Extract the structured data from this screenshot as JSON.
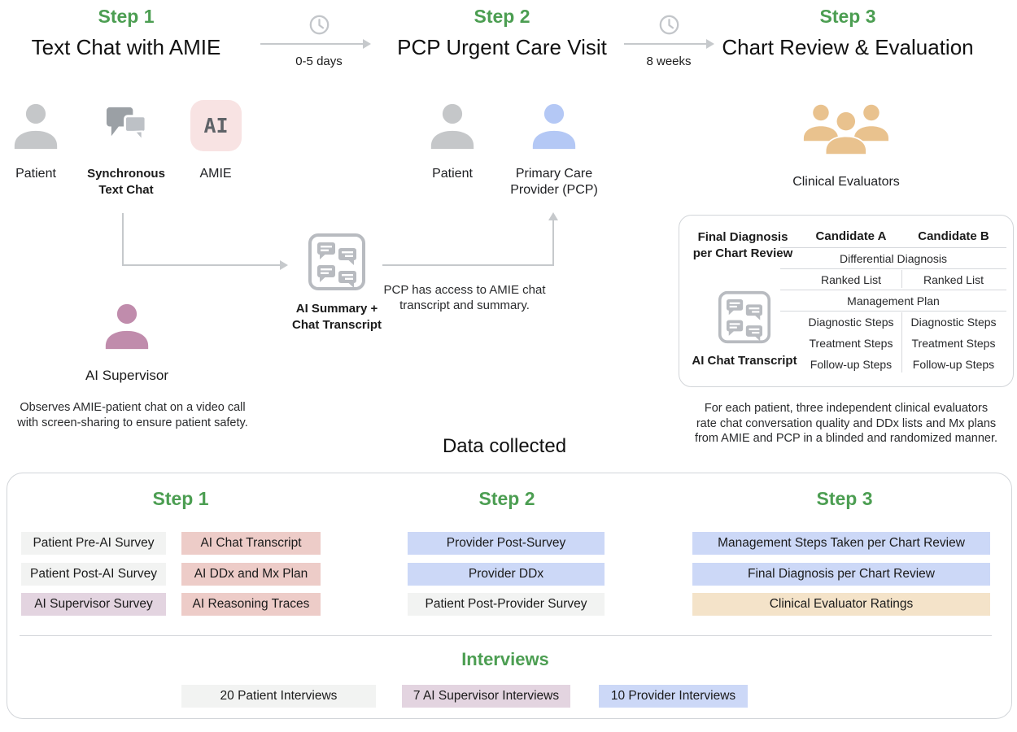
{
  "palette": {
    "accent_green": "#4c9e52",
    "box_gray": "#f2f3f2",
    "box_pink": "#edccc8",
    "box_mauve": "#e3d4e0",
    "box_blue": "#ccd8f7",
    "box_tan": "#f4e3c9",
    "icon_gray": "#c5c7c9",
    "icon_blue": "#b4c8f5",
    "icon_tan": "#e9c28e",
    "icon_mauve": "#c08cac",
    "amie_badge_bg": "#f8e3e3"
  },
  "workflow": {
    "steps": [
      {
        "label": "Step 1",
        "title": "Text Chat with AMIE"
      },
      {
        "label": "Step 2",
        "title": "PCP Urgent Care Visit"
      },
      {
        "label": "Step 3",
        "title": "Chart Review & Evaluation"
      }
    ],
    "timelines": [
      {
        "duration": "0-5 days"
      },
      {
        "duration": "8 weeks"
      }
    ],
    "actors": {
      "patient1": "Patient",
      "sync_chat": "Synchronous Text Chat",
      "amie_badge": "AI",
      "amie": "AMIE",
      "patient2": "Patient",
      "pcp": "Primary Care Provider (PCP)",
      "evaluators": "Clinical Evaluators",
      "supervisor": "AI Supervisor"
    },
    "artifact_label": "AI Summary + Chat Transcript",
    "notes": {
      "supervisor": [
        "Observes AMIE-patient chat on a video call",
        "with screen-sharing to ensure patient safety."
      ],
      "pcp_access": [
        "PCP has access to AMIE chat",
        "transcript and summary."
      ],
      "evaluators": [
        "For each patient, three independent clinical evaluators",
        "rate chat conversation quality and DDx lists and Mx plans",
        "from AMIE and PCP in a blinded and randomized manner."
      ]
    }
  },
  "review_panel": {
    "left_header": "Final Diagnosis per Chart Review",
    "icon_caption": "AI Chat Transcript",
    "columns": [
      "Candidate A",
      "Candidate B"
    ],
    "span_rows": [
      "Differential Diagnosis",
      "Management Plan"
    ],
    "ranked_row": [
      "Ranked List",
      "Ranked List"
    ],
    "plan_rows": [
      [
        "Diagnostic Steps",
        "Diagnostic Steps"
      ],
      [
        "Treatment Steps",
        "Treatment Steps"
      ],
      [
        "Follow-up Steps",
        "Follow-up Steps"
      ]
    ]
  },
  "data_collected": {
    "title": "Data collected",
    "step_headers": [
      "Step 1",
      "Step 2",
      "Step 3"
    ],
    "step1_col_a": [
      "Patient Pre-AI Survey",
      "Patient Post-AI Survey",
      "AI Supervisor Survey"
    ],
    "step1_col_b": [
      "AI Chat Transcript",
      "AI DDx and Mx Plan",
      "AI Reasoning Traces"
    ],
    "step2": [
      "Provider Post-Survey",
      "Provider DDx",
      "Patient Post-Provider Survey"
    ],
    "step3": [
      "Management Steps Taken per Chart Review",
      "Final Diagnosis per Chart Review",
      "Clinical Evaluator Ratings"
    ],
    "interviews_title": "Interviews",
    "interviews": [
      "20 Patient Interviews",
      "7 AI Supervisor Interviews",
      "10 Provider Interviews"
    ]
  }
}
